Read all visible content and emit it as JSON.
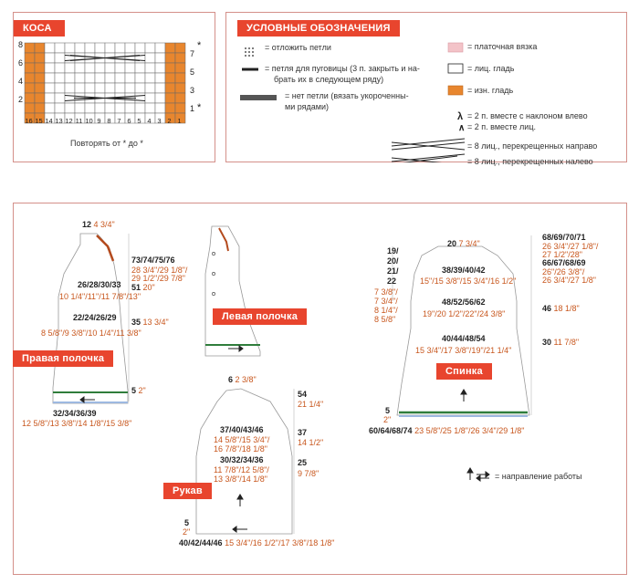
{
  "kosa": {
    "title": "КОСА",
    "row_labels_left": [
      "8",
      "6",
      "4",
      "2"
    ],
    "row_labels_right": [
      "7",
      "5",
      "3",
      "1"
    ],
    "star_marks": [
      "*",
      "*"
    ],
    "col_labels": [
      "16",
      "15",
      "14",
      "13",
      "12",
      "11",
      "10",
      "9",
      "8",
      "7",
      "6",
      "5",
      "4",
      "3",
      "2",
      "1"
    ],
    "repeat_text": "Повторять от * до *"
  },
  "legend": {
    "title": "УСЛОВНЫЕ ОБОЗНАЧЕНИЯ",
    "cast_on": "= отложить петли",
    "buttonhole_line1": "= петля для пуговицы (3 п. закрыть и на-",
    "buttonhole_line2": "брать их в следующем ряду)",
    "no_loop_line1": "= нет петли (вязать укороченны-",
    "no_loop_line2": "ми рядами)",
    "garter": "= платочная вязка",
    "stockinette": "= лиц. гладь",
    "reverse": "= изн. гладь",
    "k2tog_left": "= 2 п. вместе с наклоном влево",
    "k2tog": "= 2 п. вместе лиц.",
    "cross_right": "= 8 лиц., перекрещенных направо",
    "cross_left": "= 8 лиц., перекрещенных налево",
    "direction": "= направление работы"
  },
  "right_front": {
    "label": "Правая полочка",
    "top_b": "12",
    "top_o": "4 3/4\"",
    "r1_b": "73/74/75/76",
    "r1_o1": "28 3/4\"/29 1/8\"/",
    "r1_o2": "29 1/2\"/29 7/8\"",
    "w1_b": "26/28/30/33",
    "w1_o": "10 1/4\"/11\"/11 7/8\"/13\"",
    "r2_b": "51",
    "r2_o": "20\"",
    "w2_b": "22/24/26/29",
    "w2_o": "8 5/8\"/9 3/8\"/10 1/4\"/11 3/8\"",
    "r3_b": "35",
    "r3_o": "13 3/4\"",
    "r4_b": "5",
    "r4_o": "2\"",
    "bottom_b": "32/34/36/39",
    "bottom_o": "12 5/8\"/13 3/8\"/14 1/8\"/15 3/8\""
  },
  "left_front": {
    "label": "Левая полочка"
  },
  "sleeve": {
    "label": "Рукав",
    "top_b": "6",
    "top_o": "2 3/8\"",
    "r1_b": "54",
    "r1_o": "21 1/4\"",
    "w1_b": "37/40/43/46",
    "w1_o1": "14 5/8\"/15 3/4\"/",
    "w1_o2": "16 7/8\"/18 1/8\"",
    "r2_b": "37",
    "r2_o": "14 1/2\"",
    "w2_b": "30/32/34/36",
    "w2_o1": "11 7/8\"/12 5/8\"/",
    "w2_o2": "13 3/8\"/14 1/8\"",
    "r3_b": "25",
    "r3_o": "9 7/8\"",
    "r4_b": "5",
    "r4_o": "2\"",
    "bottom_b": "40/42/44/46",
    "bottom_o": "15 3/4\"/16 1/2\"/17 3/8\"/18 1/8\""
  },
  "back": {
    "label": "Спинка",
    "top_b": "20",
    "top_o": "7 3/4\"",
    "left_b1": "19/",
    "left_b2": "20/",
    "left_b3": "21/",
    "left_b4": "22",
    "left_o1": "7 3/8\"/",
    "left_o2": "7 3/4\"/",
    "left_o3": "8 1/4\"/",
    "left_o4": "8 5/8\"",
    "r1_b": "68/69/70/71",
    "r1_o1": "26 3/4\"/27 1/8\"/",
    "r1_o2": "27 1/2\"/28\"",
    "r1b_b": "66/67/68/69",
    "r1b_o1": "26\"/26 3/8\"/",
    "r1b_o2": "26 3/4\"/27 1/8\"",
    "w1_b": "38/39/40/42",
    "w1_o": "15\"/15 3/8\"/15 3/4\"/16 1/2\"",
    "w2_b": "48/52/56/62",
    "w2_o": "19\"/20 1/2\"/22\"/24 3/8\"",
    "r2_b": "46",
    "r2_o": "18 1/8\"",
    "w3_b": "40/44/48/54",
    "w3_o": "15 3/4\"/17 3/8\"/19\"/21 1/4\"",
    "r3_b": "30",
    "r3_o": "11 7/8\"",
    "r4_b": "5",
    "r4_o": "2\"",
    "bottom_b": "60/64/68/74",
    "bottom_o": "23 5/8\"/25 1/8\"/26 3/4\"/29 1/8\""
  },
  "colors": {
    "accent": "#e8452e",
    "orange_sts": "#e8862e",
    "measure": "#c8571e",
    "hem_green": "#2f7d3b",
    "hem_blue": "#9db8e0"
  }
}
